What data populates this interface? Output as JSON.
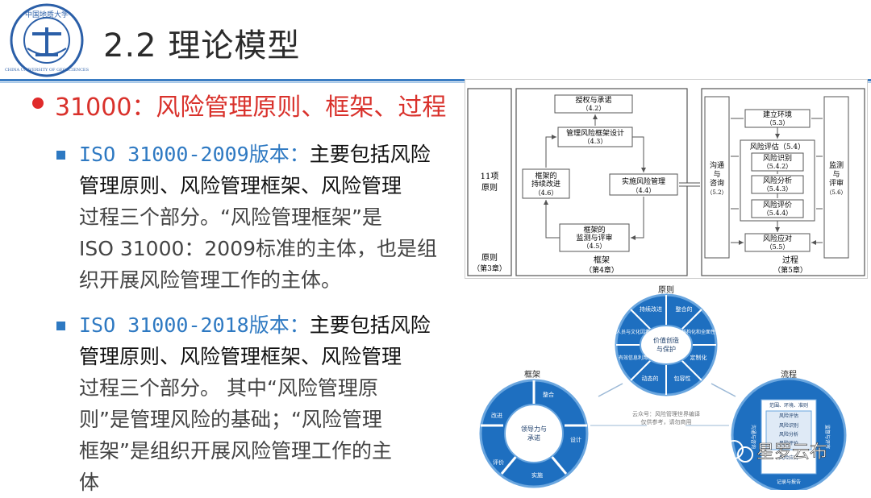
{
  "logo": {
    "name_cn": "中国地质大学",
    "name_en": "CHINA UNIVERSITY OF GEOSCIENCES"
  },
  "slide": {
    "title": "2.2 理论模型",
    "heading": "31000：风险管理原则、框架、过程"
  },
  "paragraphs": [
    {
      "lead": "ISO 31000-2009版本：",
      "lines": [
        {
          "t": "主要包括风险",
          "s": "strong"
        },
        {
          "t": "管理原则、风险管理框架、风险管理",
          "s": "strong"
        },
        {
          "t": "过程三个部分。“风险管理框架”是",
          "s": "soft"
        },
        {
          "t": "ISO 31000：2009标准的主体，也是组",
          "s": "soft"
        },
        {
          "t": "织开展风险管理工作的主体。",
          "s": "soft"
        }
      ]
    },
    {
      "lead": "ISO 31000-2018版本：",
      "lines": [
        {
          "t": "主要包括风险",
          "s": "strong"
        },
        {
          "t": "管理原则、风险管理框架、风险管理",
          "s": "strong"
        },
        {
          "t": "过程三个部分。 其中“风险管理原",
          "s": "soft"
        },
        {
          "t": "则”是管理风险的基础；“风险管理",
          "s": "soft"
        },
        {
          "t": "框架”是组织开展风险管理工作的主",
          "s": "soft"
        },
        {
          "t": "体",
          "s": "soft"
        }
      ]
    }
  ],
  "diagram_2009": {
    "principles": {
      "count": "11项",
      "label": "原则",
      "caption": "原则",
      "chapter": "（第3章）"
    },
    "framework": {
      "caption": "框架",
      "chapter": "（第4章）",
      "mandate": {
        "t": "授权与承诺",
        "n": "（4.2）"
      },
      "design": {
        "t": "管理风险框架设计",
        "n": "（4.3）"
      },
      "implement": {
        "t": "实施风险管理",
        "n": "（4.4）"
      },
      "monitor": {
        "t1": "框架的",
        "t2": "监测与评审",
        "n": "（4.5）"
      },
      "improve": {
        "t1": "框架的",
        "t2": "持续改进",
        "n": "（4.6）"
      }
    },
    "process": {
      "caption": "过程",
      "chapter": "（第5章）",
      "context": {
        "t": "建立环境",
        "n": "（5.3）"
      },
      "assessment": {
        "t": "风险评估（5.4）"
      },
      "identification": {
        "t": "风险识别",
        "n": "（5.4.2）"
      },
      "analysis": {
        "t": "风险分析",
        "n": "（5.4.3）"
      },
      "evaluation": {
        "t": "风险评价",
        "n": "（5.4.4）"
      },
      "treatment": {
        "t": "风险应对",
        "n": "（5.5）"
      },
      "communication": {
        "t1": "沟通",
        "t2": "与",
        "t3": "咨询",
        "n": "（5.2）"
      },
      "monitoring": {
        "t1": "监测",
        "t2": "与",
        "t3": "评审",
        "n": "（5.6）"
      }
    }
  },
  "diagram_2018": {
    "principles_title": "原则",
    "center": {
      "t1": "价值创造",
      "t2": "与保护"
    },
    "segments": [
      "持续改进",
      "整合的",
      "结构化和全面性",
      "定制化",
      "包容性",
      "动态的",
      "有效信息利用",
      "人员与文化因素"
    ],
    "framework_title": "框架",
    "framework_center": {
      "t1": "领导力与",
      "t2": "承诺"
    },
    "framework_segments": [
      "整合",
      "设计",
      "实施",
      "评价",
      "改进"
    ],
    "process_title": "流程",
    "process_items": [
      "范围、环境、准则",
      "风险评估",
      "风险识别",
      "风险分析",
      "风险评价",
      "风险应对"
    ],
    "process_side_left": "沟通与咨询",
    "process_side_right": "监督与评审",
    "process_bottom": "记录与报告",
    "note": {
      "t1": "云众号：风险管理世界编译",
      "t2": "仅供参考，请勿商用"
    }
  },
  "watermark": "星罗云布",
  "colors": {
    "accent_blue": "#2e79c2",
    "heading_red": "#d9312b",
    "diagram_blue": "#1e6fc0"
  }
}
